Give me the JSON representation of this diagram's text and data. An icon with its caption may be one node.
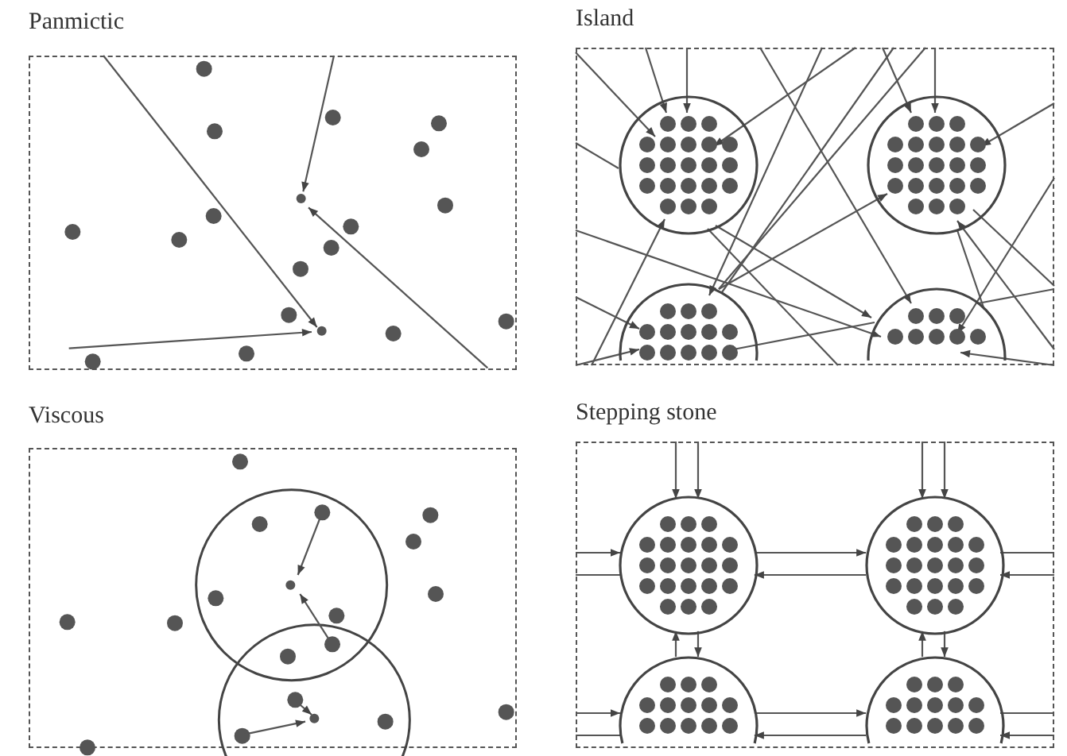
{
  "diagram": {
    "nodes": [
      {
        "text": [
          "Panmictic"
        ]
      },
      {
        "text": [
          "Island"
        ]
      },
      {
        "text": [],
        "shape": "circle",
        "in": 1
      },
      {
        "text": [],
        "shape": "circle",
        "in": 1
      },
      {
        "text": [],
        "shape": "circle",
        "in": 1
      },
      {
        "text": [],
        "shape": "circle",
        "in": 1
      },
      {
        "text": [
          "Viscous"
        ]
      },
      {
        "text": [
          "Stepping stone"
        ]
      },
      {
        "text": [],
        "shape": "circle",
        "in": 7
      },
      {
        "text": [],
        "shape": "circle",
        "in": 7
      },
      {
        "text": [],
        "shape": "circle",
        "in": 7
      },
      {
        "text": [],
        "shape": "circle",
        "in": 7
      }
    ],
    "edges": [
      {
        "from": 1,
        "to": 2,
        "arrow": "to"
      },
      {
        "from": 1,
        "to": 2,
        "arrow": "to"
      },
      {
        "from": 1,
        "to": 2,
        "arrow": "to"
      },
      {
        "from": 1,
        "to": 3,
        "arrow": "to"
      },
      {
        "from": 1,
        "to": 3,
        "arrow": "to"
      },
      {
        "from": 1,
        "to": 3,
        "arrow": "to"
      },
      {
        "from": 1,
        "to": 5,
        "arrow": "to"
      },
      {
        "from": 1,
        "to": 2,
        "arrow": "to"
      },
      {
        "from": 1,
        "to": 4,
        "arrow": "to"
      },
      {
        "from": 4,
        "to": 1,
        "arrow": "none"
      },
      {
        "from": 4,
        "to": 1,
        "arrow": "none"
      },
      {
        "from": 1,
        "to": 2,
        "arrow": "none"
      },
      {
        "from": 1,
        "to": 5,
        "arrow": "to"
      },
      {
        "from": 1,
        "to": 4,
        "arrow": "to"
      },
      {
        "from": 1,
        "to": 4,
        "arrow": "to"
      },
      {
        "from": 1,
        "to": 2,
        "arrow": "to"
      },
      {
        "from": 4,
        "to": 3,
        "arrow": "to"
      },
      {
        "from": 1,
        "to": 5,
        "arrow": "to"
      },
      {
        "from": 1,
        "to": 5,
        "arrow": "to"
      },
      {
        "from": 1,
        "to": 5,
        "arrow": "none"
      },
      {
        "from": 1,
        "to": 3,
        "arrow": "to"
      },
      {
        "from": 3,
        "to": 1,
        "arrow": "none"
      },
      {
        "from": 2,
        "to": 1,
        "arrow": "none"
      },
      {
        "from": 3,
        "to": 5,
        "arrow": "none"
      },
      {
        "from": 8,
        "to": 9,
        "arrow": "to"
      },
      {
        "from": 9,
        "to": 8,
        "arrow": "to"
      },
      {
        "from": 8,
        "to": 10,
        "arrow": "to"
      },
      {
        "from": 10,
        "to": 8,
        "arrow": "to"
      },
      {
        "from": 9,
        "to": 11,
        "arrow": "to"
      },
      {
        "from": 11,
        "to": 9,
        "arrow": "to"
      },
      {
        "from": 10,
        "to": 11,
        "arrow": "to"
      },
      {
        "from": 11,
        "to": 10,
        "arrow": "to"
      },
      {
        "from": 7,
        "to": 8,
        "arrow": "to"
      },
      {
        "from": 7,
        "to": 8,
        "arrow": "to"
      },
      {
        "from": 7,
        "to": 9,
        "arrow": "to"
      },
      {
        "from": 7,
        "to": 9,
        "arrow": "to"
      },
      {
        "from": 7,
        "to": 8,
        "arrow": "to"
      },
      {
        "from": 8,
        "to": 7,
        "arrow": "none"
      },
      {
        "from": 9,
        "to": 7,
        "arrow": "none"
      },
      {
        "from": 7,
        "to": 9,
        "arrow": "to"
      },
      {
        "from": 7,
        "to": 10,
        "arrow": "to"
      },
      {
        "from": 10,
        "to": 7,
        "arrow": "none"
      },
      {
        "from": 11,
        "to": 7,
        "arrow": "none"
      },
      {
        "from": 7,
        "to": 11,
        "arrow": "to"
      },
      {
        "from": 2,
        "to": 5,
        "arrow": "to"
      },
      {
        "from": 5,
        "to": 4,
        "arrow": "to"
      }
    ]
  }
}
